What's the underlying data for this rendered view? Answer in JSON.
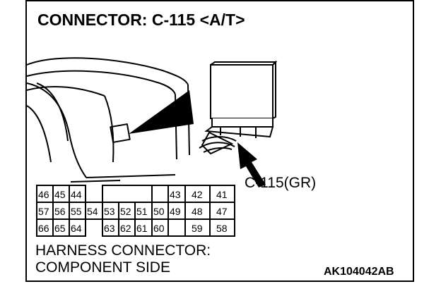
{
  "title": "CONNECTOR: C-115 <A/T>",
  "callout_label": "C-115(GR)",
  "connector": {
    "left_block": {
      "rows": [
        [
          "46",
          "45",
          "44"
        ],
        [
          "57",
          "56",
          "55"
        ],
        [
          "66",
          "65",
          "64"
        ]
      ]
    },
    "pin_54": "54",
    "middle_block": {
      "rows": [
        [
          "",
          "",
          "",
          ""
        ],
        [
          "53",
          "52",
          "51",
          "50"
        ],
        [
          "63",
          "62",
          "61",
          "60"
        ]
      ]
    },
    "right_block": {
      "rows": [
        [
          "43",
          "42",
          "41"
        ],
        [
          "49",
          "48",
          "47"
        ],
        [
          "",
          "59",
          "58"
        ]
      ]
    }
  },
  "caption": {
    "line1": "HARNESS CONNECTOR:",
    "line2": "COMPONENT SIDE"
  },
  "figure_code": "AK104042AB"
}
